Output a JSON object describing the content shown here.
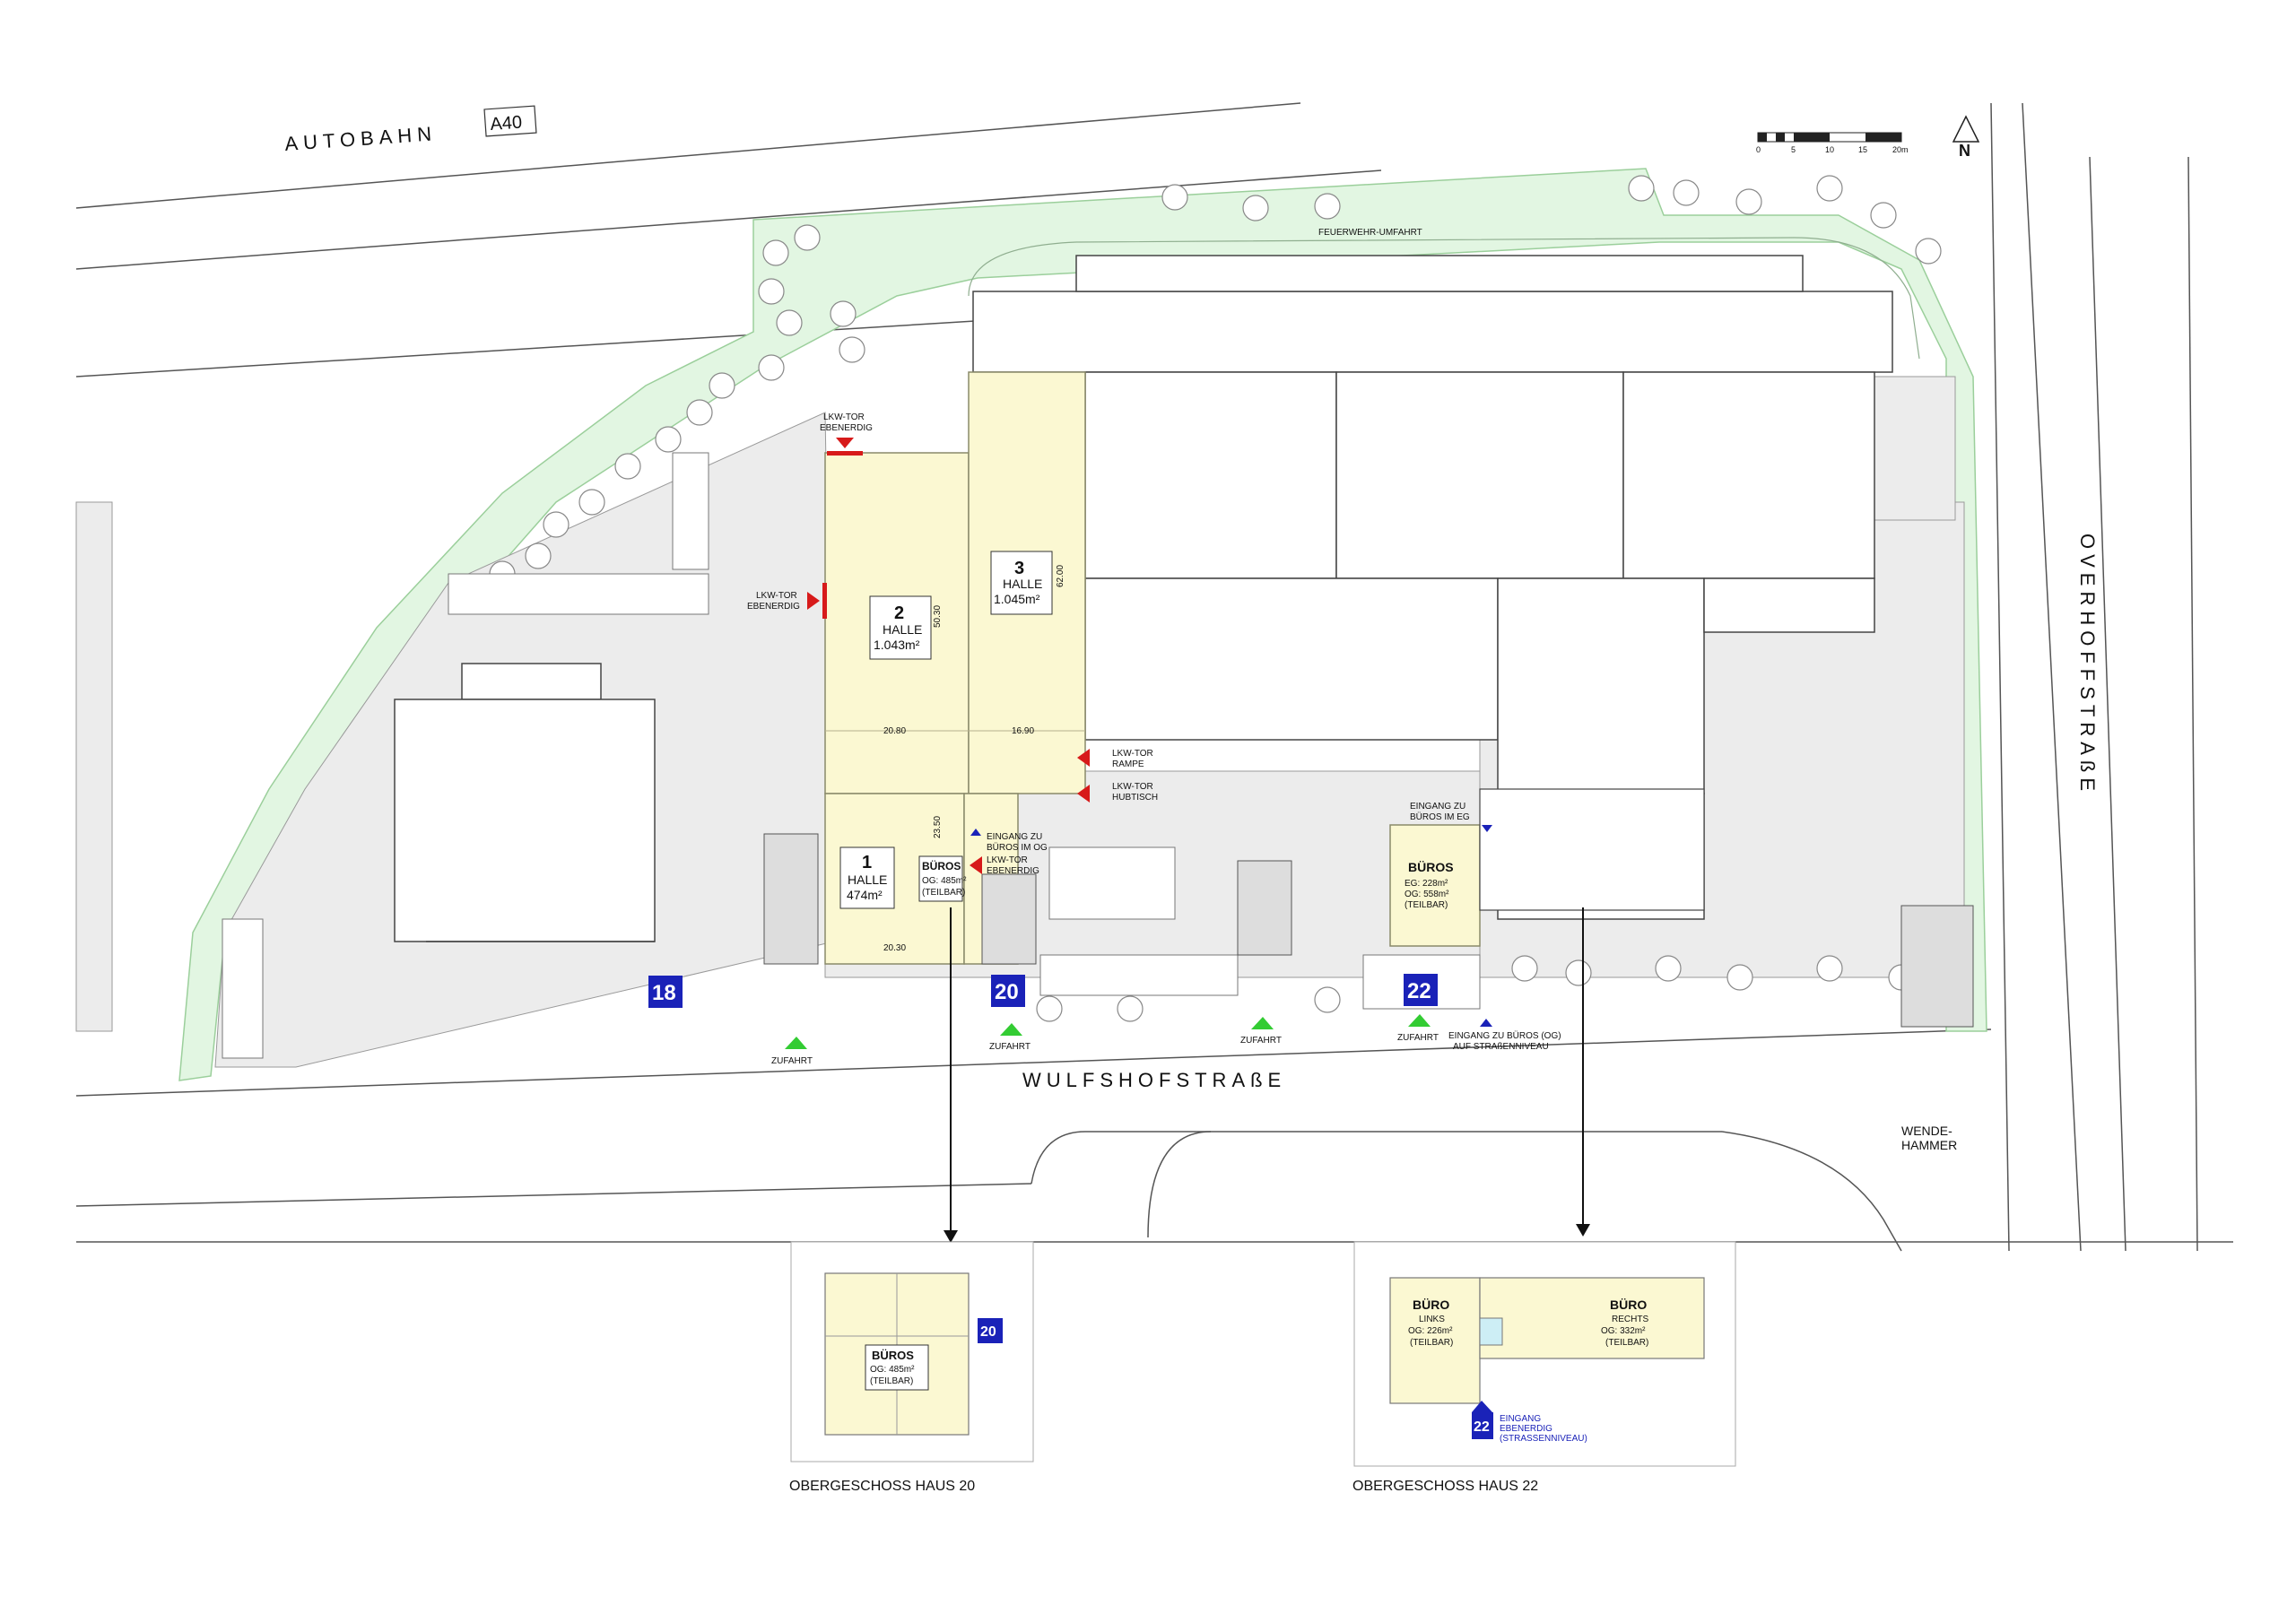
{
  "roads": {
    "autobahn": "AUTOBAHN",
    "autobahn_number": "A40",
    "wulfshof": "WULFSHOFSTRAßE",
    "overhof": "OVERHOFFSTRAßE",
    "feuerwehr": "FEUERWEHR-UMFAHRT",
    "wende_line1": "WENDE-",
    "wende_line2": "HAMMER"
  },
  "scale_bar": {
    "labels": [
      "0",
      "5",
      "10",
      "15",
      "20m"
    ]
  },
  "north": "N",
  "halls": [
    {
      "number": "1",
      "name": "HALLE",
      "area": "474m²"
    },
    {
      "number": "2",
      "name": "HALLE",
      "area": "1.043m²"
    },
    {
      "number": "3",
      "name": "HALLE",
      "area": "1.045m²"
    }
  ],
  "dimensions": {
    "d_5030": "50.30",
    "d_6200": "62.00",
    "d_2080": "20.80",
    "d_1690": "16.90",
    "d_2350": "23.50",
    "d_2030": "20.30"
  },
  "offices": {
    "haus20": {
      "title": "BÜROS",
      "line1": "OG: 485m²",
      "line2": "(TEILBAR)"
    },
    "haus22": {
      "title": "BÜROS",
      "line1": "EG: 228m²",
      "line2": "OG: 558m²",
      "line3": "(TEILBAR)"
    }
  },
  "gates": {
    "top_l1": "LKW-TOR",
    "top_l2": "EBENERDIG",
    "left_l1": "LKW-TOR",
    "left_l2": "EBENERDIG",
    "rampe_l1": "LKW-TOR",
    "rampe_l2": "RAMPE",
    "hub_l1": "LKW-TOR",
    "hub_l2": "HUBTISCH",
    "h20_l1": "LKW-TOR",
    "h20_l2": "EBENERDIG"
  },
  "entrances": {
    "h20_l1": "EINGANG ZU",
    "h20_l2": "BÜROS IM OG",
    "h22eg_l1": "EINGANG ZU",
    "h22eg_l2": "BÜROS IM EG",
    "h22og_l1": "EINGANG ZU BÜROS (OG)",
    "h22og_l2": "AUF STRAßENNIVEAU"
  },
  "zufahrt": "ZUFAHRT",
  "houses": {
    "h18": "18",
    "h20": "20",
    "h22": "22"
  },
  "insets": {
    "left": {
      "caption": "OBERGESCHOSS HAUS 20",
      "house": "20",
      "office": {
        "title": "BÜROS",
        "line1": "OG: 485m²",
        "line2": "(TEILBAR)"
      }
    },
    "right": {
      "caption": "OBERGESCHOSS HAUS 22",
      "house": "22",
      "links": {
        "title": "BÜRO",
        "sub": "LINKS",
        "line1": "OG: 226m²",
        "line2": "(TEILBAR)"
      },
      "rechts": {
        "title": "BÜRO",
        "sub": "RECHTS",
        "line1": "OG: 332m²",
        "line2": "(TEILBAR)"
      },
      "entrance": {
        "line1": "EINGANG",
        "line2": "EBENERDIG",
        "line3": "(STRASSENNIVEAU)"
      }
    }
  },
  "colors": {
    "green": "#e2f6e2",
    "green_stroke": "#9bcf9b",
    "hall": "#fbf8d2",
    "paving": "#ececec",
    "badge": "#1a22b8",
    "red": "#d71a1a",
    "arrow_green": "#33cc33"
  }
}
